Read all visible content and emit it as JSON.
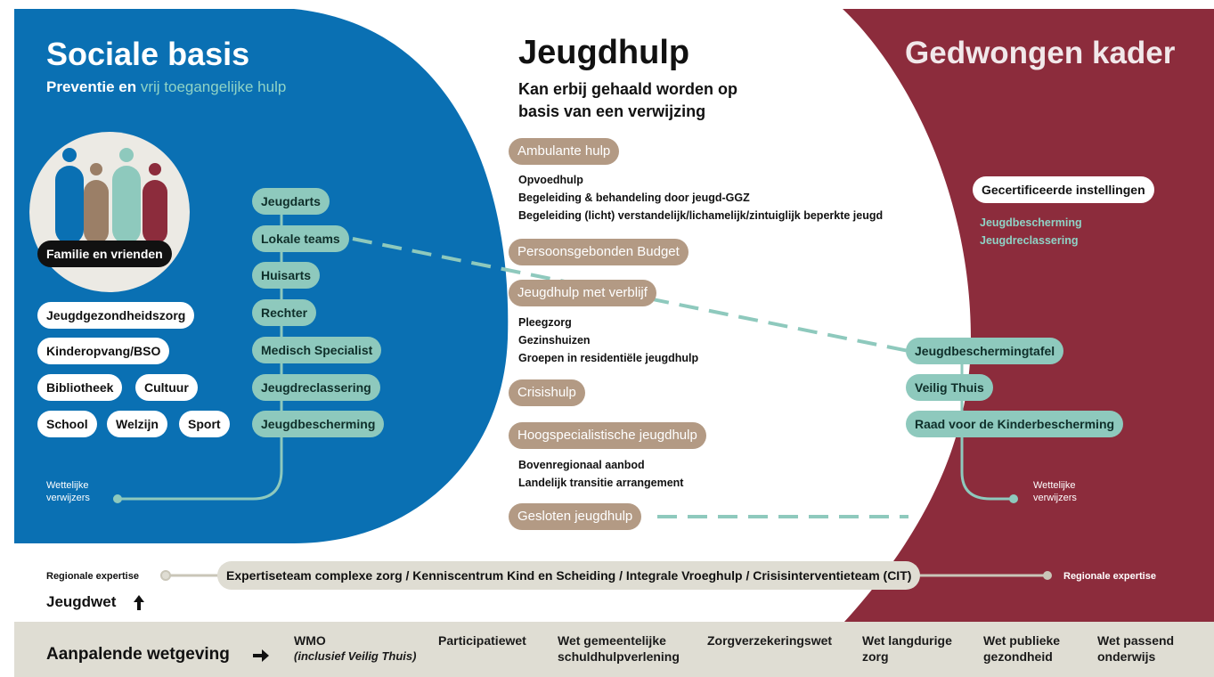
{
  "left": {
    "title": "Sociale basis",
    "subtitle_part1": "Preventie en ",
    "subtitle_part2": "vrij toegangelijke hulp",
    "family_label": "Familie en vrienden",
    "pills": [
      "Jeugdgezondheidszorg",
      "Kinderopvang/BSO",
      "Bibliotheek",
      "Cultuur",
      "School",
      "Welzijn",
      "Sport"
    ],
    "verwijzers": [
      "Jeugdarts",
      "Lokale teams",
      "Huisarts",
      "Rechter",
      "Medisch Specialist",
      "Jeugdreclassering",
      "Jeugdbescherming"
    ],
    "wettelijke_line1": "Wettelijke",
    "wettelijke_line2": "verwijzers"
  },
  "middle": {
    "title": "Jeugdhulp",
    "subtitle_line1": "Kan erbij gehaald worden op",
    "subtitle_line2": "basis van een verwijzing",
    "categories": [
      {
        "label": "Ambulante hulp",
        "items": [
          "Opvoedhulp",
          "Begeleiding & behandeling door jeugd-GGZ",
          "Begeleiding (licht) verstandelijk/lichamelijk/zintuiglijk beperkte jeugd"
        ]
      },
      {
        "label": "Persoonsgebonden Budget",
        "items": []
      },
      {
        "label": "Jeugdhulp met verblijf",
        "items": [
          "Pleegzorg",
          "Gezinshuizen",
          "Groepen in residentiële jeugdhulp"
        ]
      },
      {
        "label": "Crisishulp",
        "items": []
      },
      {
        "label": "Hoogspecialistische jeugdhulp",
        "items": [
          "Bovenregionaal aanbod",
          "Landelijk transitie arrangement"
        ]
      },
      {
        "label": "Gesloten jeugdhulp",
        "items": []
      }
    ]
  },
  "right": {
    "title": "Gedwongen kader",
    "certified_label": "Gecertificeerde instellingen",
    "certified_items": [
      "Jeugdbescherming",
      "Jeugdreclassering"
    ],
    "verwijzers": [
      "Jeugdbeschermingtafel",
      "Veilig Thuis",
      "Raad voor de Kinderbescherming"
    ],
    "wettelijke_line1": "Wettelijke",
    "wettelijke_line2": "verwijzers"
  },
  "regional": {
    "left_label": "Regionale expertise",
    "bar_label": "Expertiseteam complexe zorg / Kenniscentrum Kind en Scheiding / Integrale Vroeghulp / Crisisinterventieteam (CIT)",
    "right_label": "Regionale expertise"
  },
  "jeugdwet_label": "Jeugdwet",
  "footer": {
    "title": "Aanpalende wetgeving",
    "items": [
      {
        "line1": "WMO",
        "line2": "(inclusief Veilig Thuis)"
      },
      {
        "line1": "Participatiewet",
        "line2": ""
      },
      {
        "line1": "Wet gemeentelijke",
        "line2": "schuldhulpverlening"
      },
      {
        "line1": "Zorgverzekeringswet",
        "line2": ""
      },
      {
        "line1": "Wet langdurige",
        "line2": "zorg"
      },
      {
        "line1": "Wet publieke",
        "line2": "gezondheid"
      },
      {
        "line1": "Wet passend",
        "line2": "onderwijs"
      }
    ]
  },
  "colors": {
    "blue": "#0a70b3",
    "maroon": "#8c2c3c",
    "teal": "#8ec9bd",
    "tan": "#b39a84",
    "footer_bg": "#dfddd3",
    "light_teal_text": "#8fd3c6"
  }
}
